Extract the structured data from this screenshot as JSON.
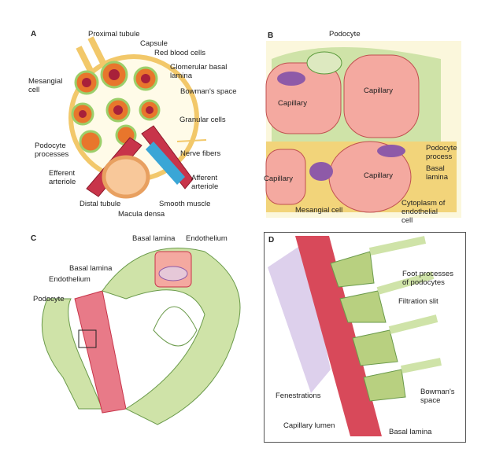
{
  "panels": {
    "a": {
      "letter": "A",
      "labels": {
        "proximal_tubule": "Proximal tubule",
        "capsule": "Capsule",
        "red_blood_cells": "Red blood cells",
        "glomerular_basal_lamina": "Glomerular basal\nlamina",
        "mesangial_cell": "Mesangial\ncell",
        "bowmans_space": "Bowman's space",
        "granular_cells": "Granular cells",
        "podocyte_processes": "Podocyte\nprocesses",
        "nerve_fibers": "Nerve fibers",
        "efferent_arteriole": "Efferent\narteriole",
        "afferent_arteriole": "Afferent\narteriole",
        "distal_tubule": "Distal tubule",
        "smooth_muscle": "Smooth muscle",
        "macula_densa": "Macula densa"
      }
    },
    "b": {
      "letter": "B",
      "labels": {
        "podocyte": "Podocyte",
        "capillary_1": "Capillary",
        "capillary_2": "Capillary",
        "capillary_3": "Capillary",
        "capillary_4": "Capillary",
        "podocyte_process": "Podocyte\nprocess",
        "basal_lamina": "Basal\nlamina",
        "mesangial_cell": "Mesangial cell",
        "cytoplasm": "Cytoplasm of\nendothelial\ncell"
      }
    },
    "c": {
      "letter": "C",
      "labels": {
        "basal_lamina_top": "Basal lamina",
        "endothelium_top": "Endothelium",
        "basal_lamina": "Basal lamina",
        "endothelium": "Endothelium",
        "podocyte": "Podocyte"
      }
    },
    "d": {
      "letter": "D",
      "labels": {
        "foot_processes": "Foot processes\nof podocytes",
        "filtration_slit": "Filtration slit",
        "bowmans_space": "Bowman's\nspace",
        "fenestrations": "Fenestrations",
        "capillary_lumen": "Capillary lumen",
        "basal_lamina": "Basal lamina"
      }
    }
  },
  "colors": {
    "capillary": "#f4a9a0",
    "podocyte": "#cfe3a8",
    "vessel": "#c8344a",
    "capsule": "#f2c86a",
    "granular": "#3aa6d6",
    "nucleus": "#8e5aa8"
  }
}
